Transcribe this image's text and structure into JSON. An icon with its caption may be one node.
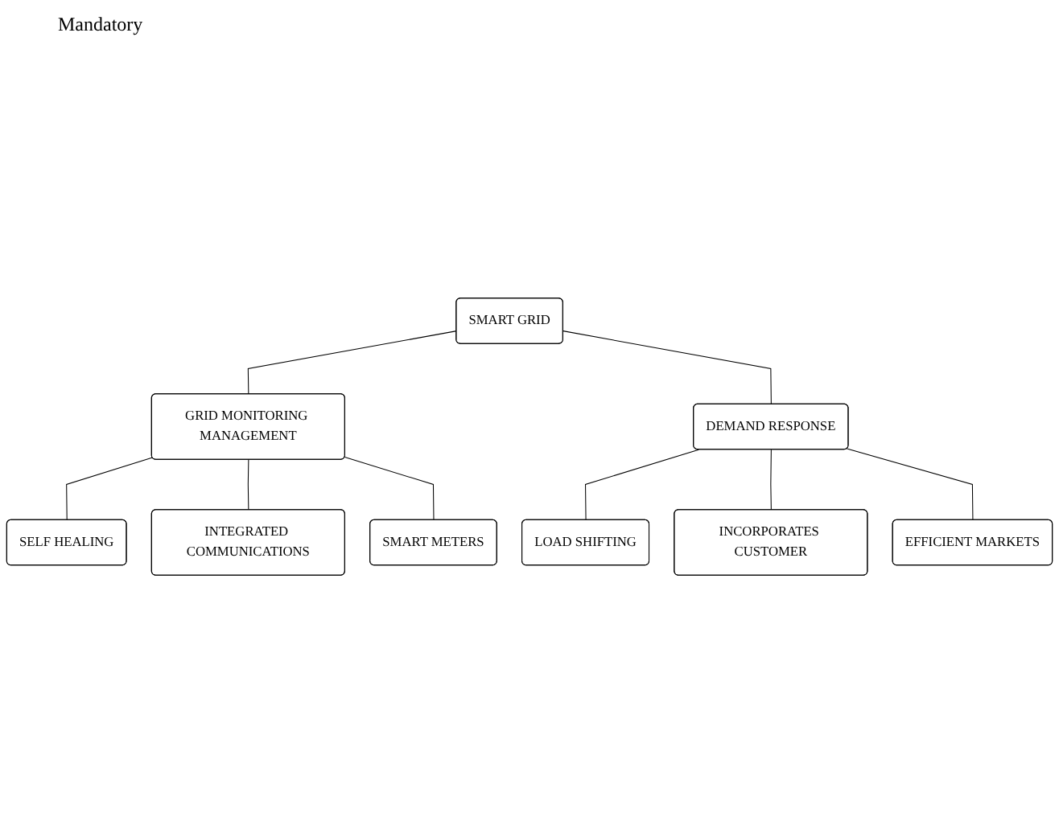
{
  "diagram": {
    "nodes": [
      {
        "text": [
          "SMART GRID"
        ]
      },
      {
        "text": [
          "GRID MONITORING MANAGEMENT"
        ]
      },
      {
        "text": [
          "DEMAND RESPONSE"
        ]
      },
      {
        "text": [
          "SELF HEALING"
        ]
      },
      {
        "text": [
          "SMART METERS"
        ]
      },
      {
        "text": [
          "LOAD SHIFTING"
        ]
      },
      {
        "text": [
          "EFFICIENT MARKETS"
        ]
      },
      {
        "text": [
          "INTEGRATED COMMUNICATIONS"
        ]
      },
      {
        "text": [
          "INCORPORATES CUSTOMER"
        ]
      }
    ],
    "edges": [
      {
        "from": 0,
        "to": 1,
        "arrow": "none"
      },
      {
        "from": 0,
        "to": 2,
        "arrow": "none"
      },
      {
        "from": 1,
        "to": 3,
        "arrow": "none"
      },
      {
        "from": 1,
        "to": 7,
        "arrow": "none"
      },
      {
        "from": 1,
        "to": 4,
        "arrow": "none"
      },
      {
        "from": 2,
        "to": 5,
        "arrow": "none"
      },
      {
        "from": 2,
        "to": 8,
        "arrow": "none"
      },
      {
        "from": 2,
        "to": 6,
        "arrow": "none"
      }
    ],
    "labels": [
      "Mandatory"
    ]
  }
}
